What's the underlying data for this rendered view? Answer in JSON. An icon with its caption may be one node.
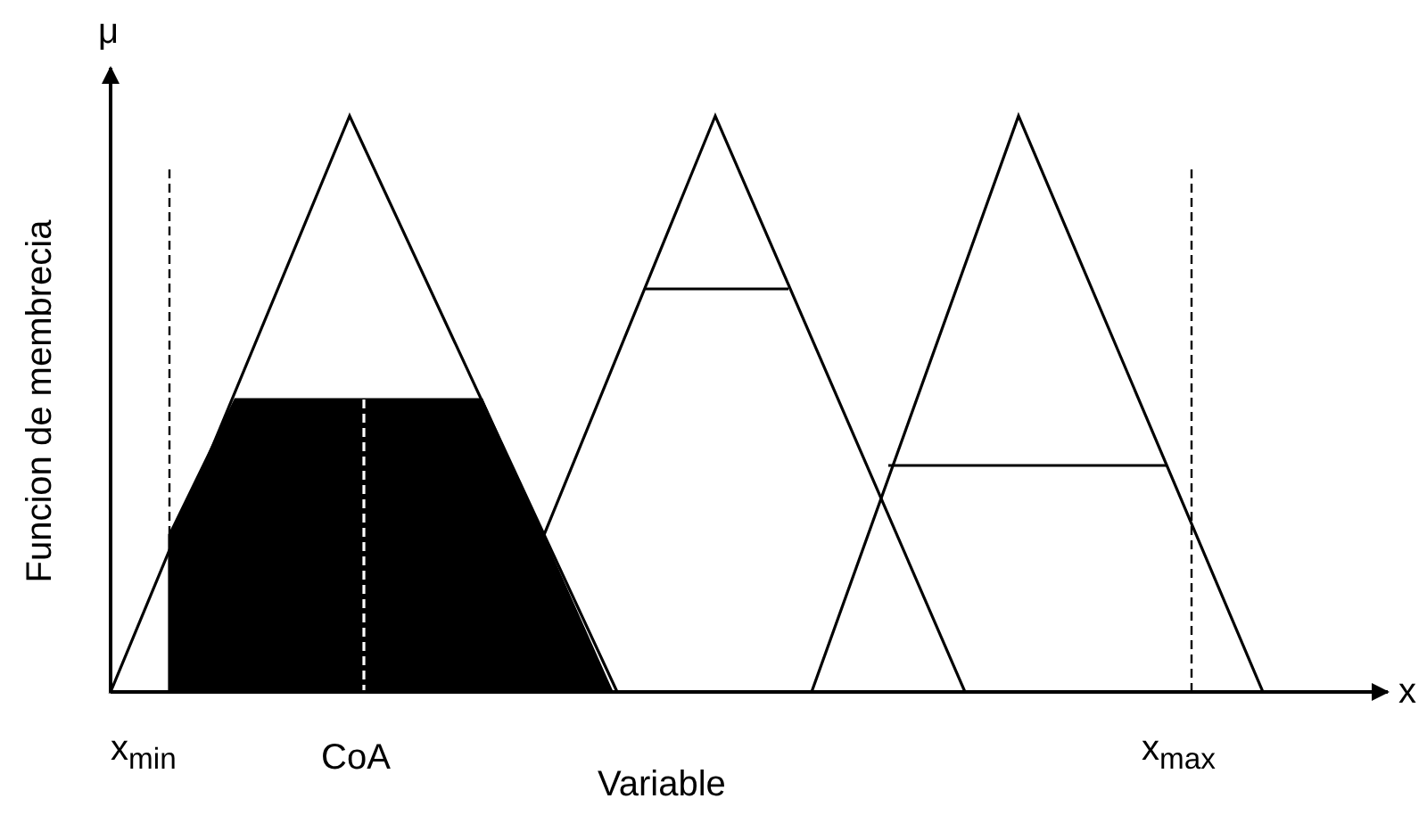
{
  "diagram": {
    "labels": [
      "μ",
      "x",
      "Funcion de membrecia",
      "x$_{min}$",
      "CoA",
      "x$_{max}$",
      "Variable"
    ]
  }
}
